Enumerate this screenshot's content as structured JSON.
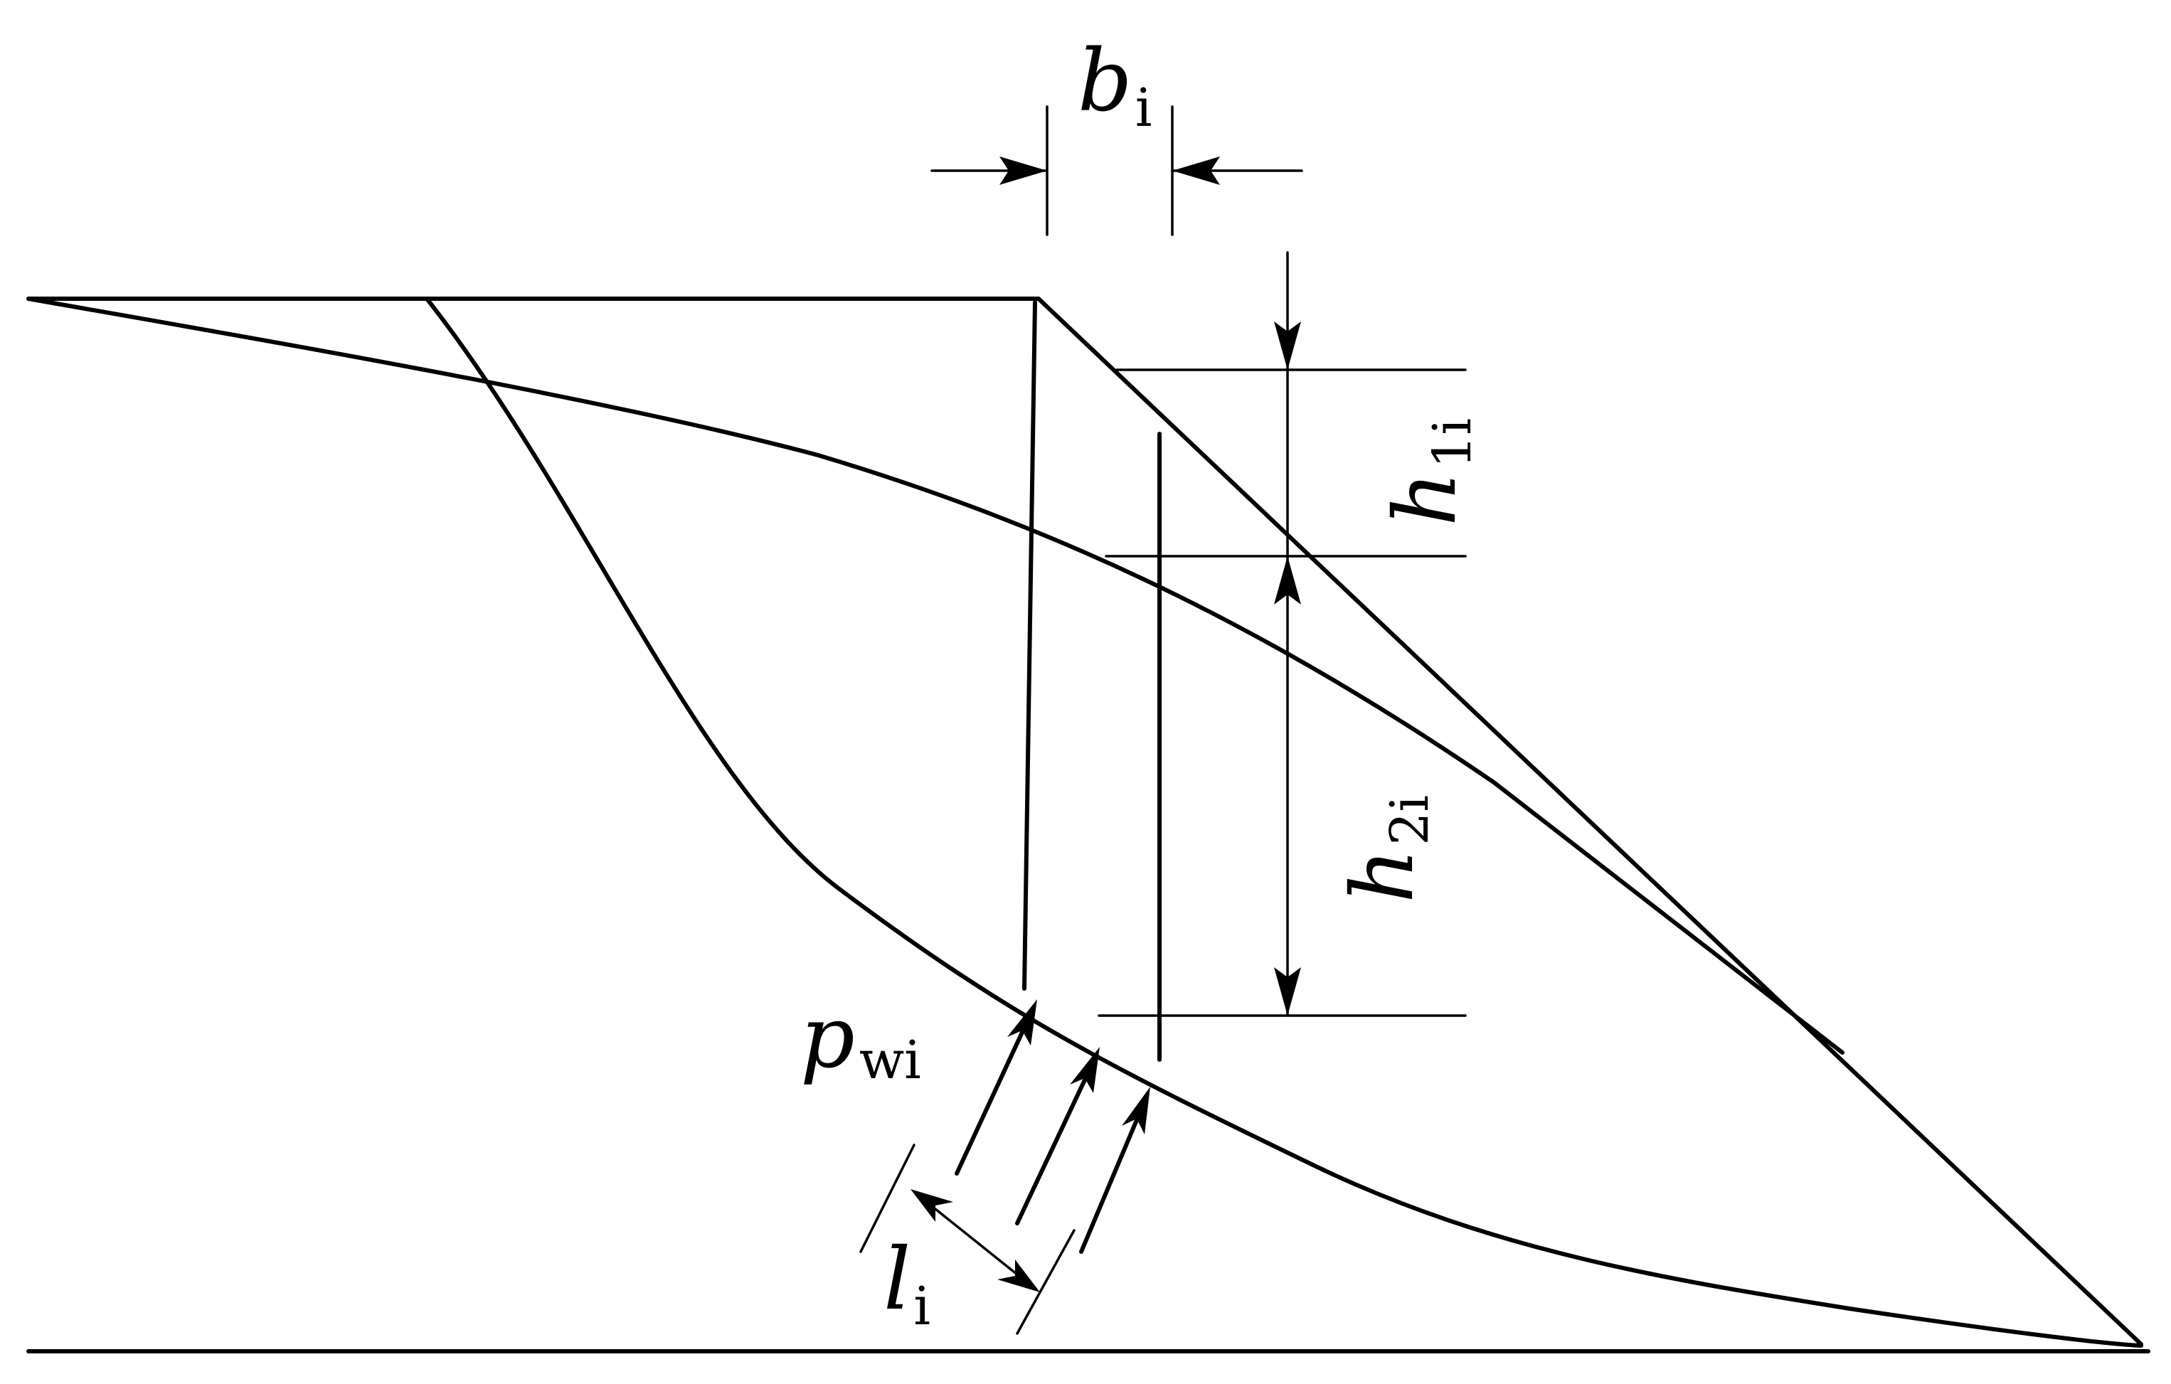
{
  "labels": {
    "b": {
      "main": "b",
      "sub": "i"
    },
    "h1": {
      "main": "h",
      "sub": "1i"
    },
    "h2": {
      "main": "h",
      "sub": "2i"
    },
    "p": {
      "main": "p",
      "sub": "wi"
    },
    "l": {
      "main": "l",
      "sub": "i"
    }
  }
}
